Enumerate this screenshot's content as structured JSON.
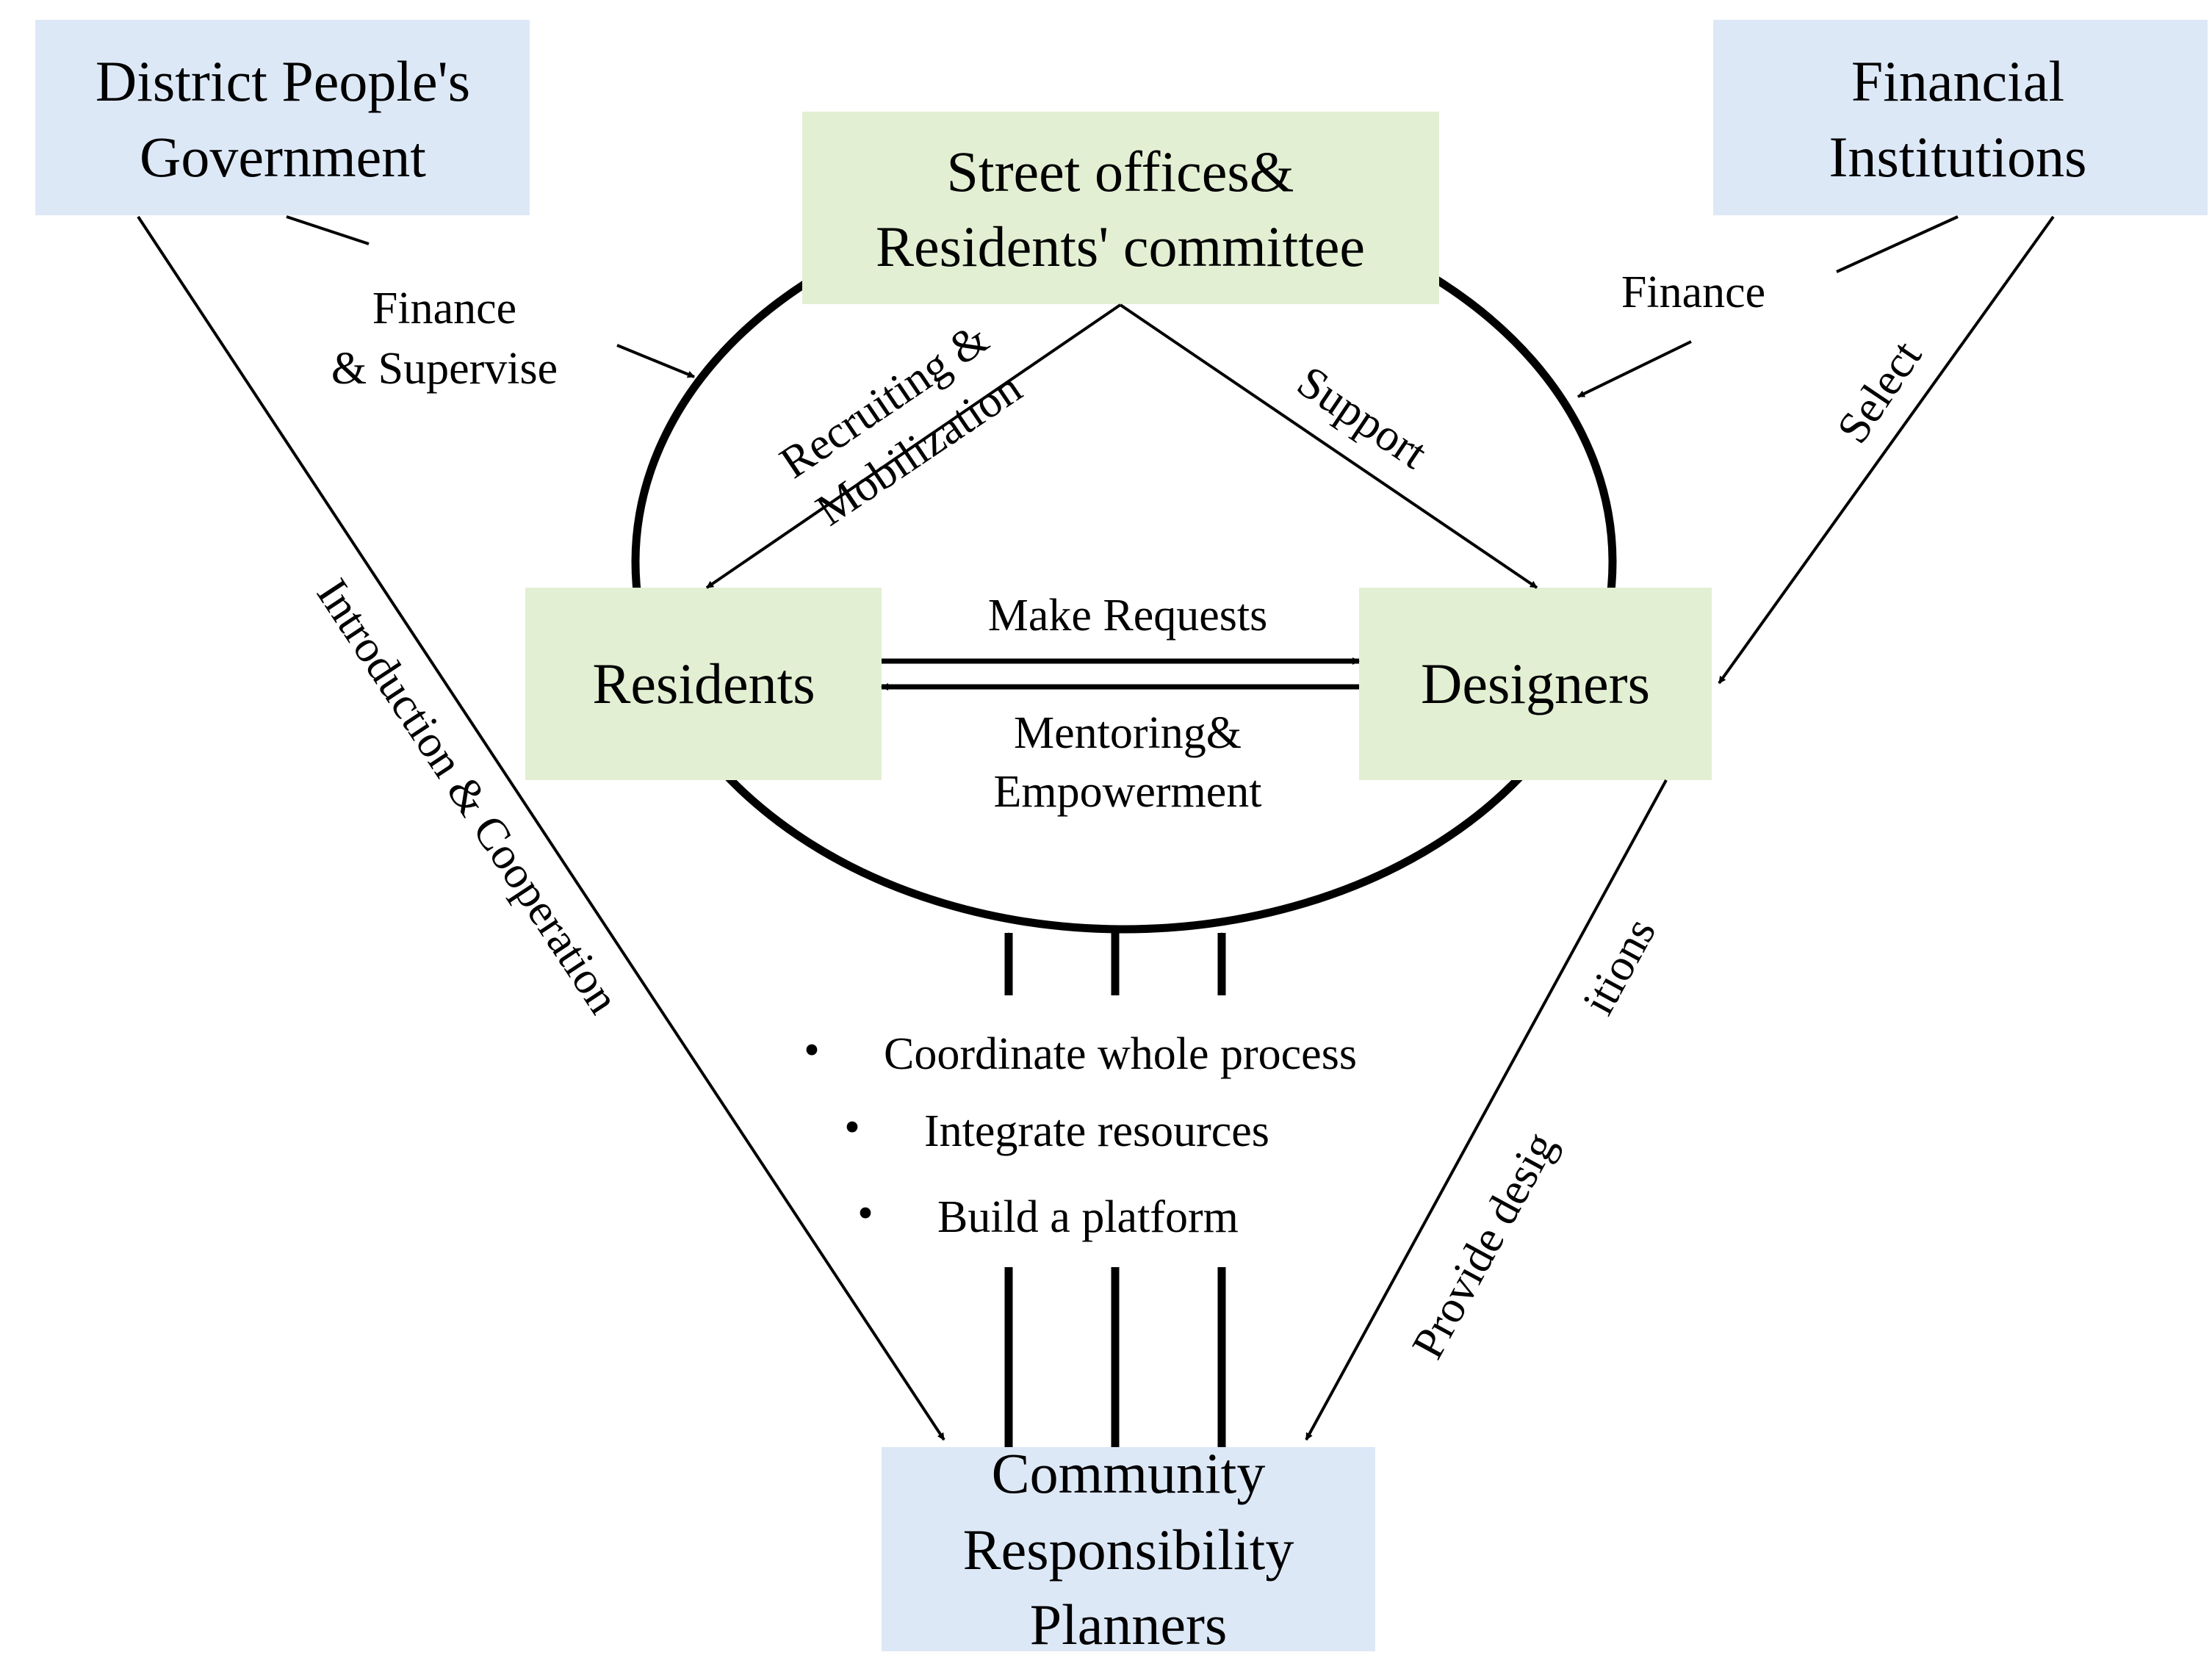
{
  "nodes": {
    "district_government": {
      "lines": [
        "District People's",
        "Government"
      ],
      "fill": "#dde8f7"
    },
    "financial_institutions": {
      "lines": [
        "Financial",
        "Institutions"
      ],
      "fill": "#dde8f7"
    },
    "street_offices": {
      "lines": [
        "Street offices&",
        "Residents' committee"
      ],
      "fill": "#e2efd3"
    },
    "residents": {
      "lines": [
        "Residents"
      ],
      "fill": "#e2efd3"
    },
    "designers": {
      "lines": [
        "Designers"
      ],
      "fill": "#e2efd3"
    },
    "planners": {
      "lines": [
        "Community",
        "Responsibility",
        "Planners"
      ],
      "fill": "#dde8f7"
    }
  },
  "edge_labels": {
    "finance_supervise": [
      "Finance",
      "& Supervise"
    ],
    "finance": "Finance",
    "select": "Select",
    "recruiting": [
      "Recruiting &",
      "Mobilization"
    ],
    "support": "Support",
    "make_requests": "Make Requests",
    "mentoring": [
      "Mentoring&",
      "Empowerment"
    ],
    "introduction": "Introduction & Cooperation",
    "provide_left": "Provide desig",
    "provide_right": "itions"
  },
  "bullets": {
    "marker": "•",
    "items": [
      "Coordinate whole process",
      "Integrate resources",
      "Build a platform"
    ]
  }
}
